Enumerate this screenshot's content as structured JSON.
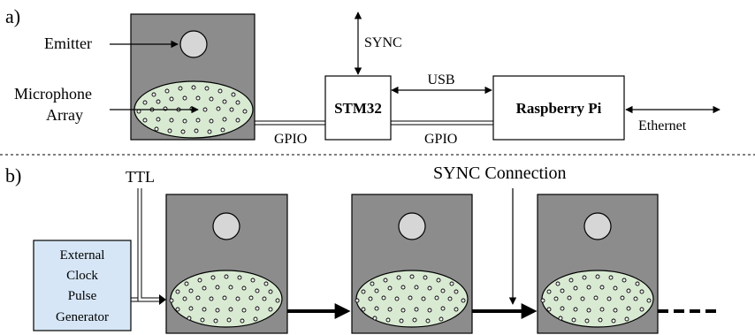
{
  "panel_a": {
    "label": "a)",
    "emitter_label": "Emitter",
    "mic_label_line1": "Microphone",
    "mic_label_line2": "Array",
    "sync_label": "SYNC",
    "usb_label": "USB",
    "stm32_label": "STM32",
    "rpi_label": "Raspberry Pi",
    "gpio_left_label": "GPIO",
    "gpio_right_label": "GPIO",
    "ethernet_label": "Ethernet"
  },
  "panel_b": {
    "label": "b)",
    "ttl_label": "TTL",
    "sync_connection_label": "SYNC Connection",
    "generator_lines": [
      "External",
      "Clock",
      "Pulse",
      "Generator"
    ]
  },
  "colors": {
    "device_fill": "#8c8c8c",
    "emitter_fill": "#d6d6d6",
    "array_fill": "#d9ead3",
    "generator_fill": "#d6e6f6",
    "stroke": "#000000"
  }
}
